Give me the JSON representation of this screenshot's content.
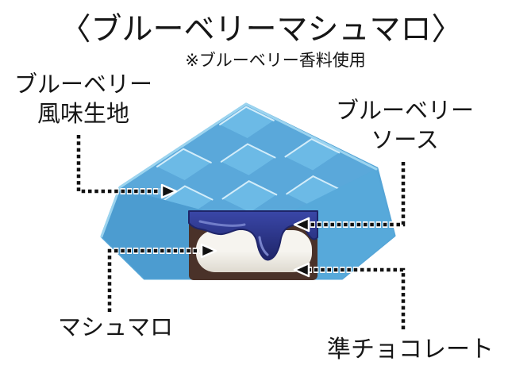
{
  "title": "〈ブルーベリーマシュマロ〉",
  "note": "※ブルーベリー香料使用",
  "labels": {
    "dough_line1": "ブルーベリー",
    "dough_line2": "風味生地",
    "sauce_line1": "ブルーベリー",
    "sauce_line2": "ソース",
    "marshmallow": "マシュマロ",
    "chocolate": "準チョコレート"
  },
  "colors": {
    "text": "#161616",
    "body_blue": "#55A5D7",
    "top_face_blue": "#5AA8DA",
    "tile_blue": "#6CBAE6",
    "tile_highlight": "#DFF3FC",
    "front_face_blue": "#4C9CD0",
    "right_face_blue": "#57A9DA",
    "edge_highlight": "#A8DCF3",
    "chocolate_brown": "#4A3229",
    "marshmallow_white": "#F6F4EF",
    "marshmallow_shade": "#DEDACF",
    "sauce_mid": "#3A47A8",
    "sauce_dark": "#1F2569",
    "sauce_highlight": "#8C99DE",
    "connector": "#111111",
    "connector_casing": "#FFFFFF"
  }
}
